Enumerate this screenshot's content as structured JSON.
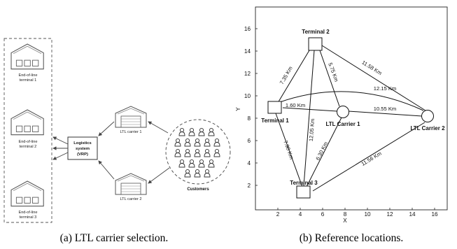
{
  "left_panel": {
    "caption": "(a) LTL carrier selection.",
    "terminals": [
      {
        "label1": "End-of-line",
        "label2": "terminal 1"
      },
      {
        "label1": "End-of-line",
        "label2": "terminal 2"
      },
      {
        "label1": "End-of-line",
        "label2": "terminal 3"
      }
    ],
    "logistics_box": {
      "line1": "Logistics",
      "line2": "system",
      "line3": "(VRP)"
    },
    "carriers": [
      {
        "label": "LTL carrier 1"
      },
      {
        "label": "LTL carrier 2"
      }
    ],
    "customers_label": "Customers"
  },
  "right_panel": {
    "caption": "(b) Reference locations.",
    "x_axis_label": "X",
    "y_axis_label": "Y",
    "x_ticks": [
      "2",
      "4",
      "6",
      "8",
      "10",
      "12",
      "14",
      "16"
    ],
    "y_ticks": [
      "2",
      "4",
      "6",
      "8",
      "10",
      "12",
      "14",
      "16"
    ],
    "nodes": [
      {
        "name": "Terminal 1",
        "shape": "square"
      },
      {
        "name": "Terminal 2",
        "shape": "square"
      },
      {
        "name": "Terminal 3",
        "shape": "square"
      },
      {
        "name": "LTL Carrier 1",
        "shape": "circle"
      },
      {
        "name": "LTL Carrier 2",
        "shape": "circle"
      }
    ],
    "edges": [
      {
        "label": "7.35 Km"
      },
      {
        "label": "5.75 Km"
      },
      {
        "label": "11.58 Km"
      },
      {
        "label": "12.15 Km"
      },
      {
        "label": "1.60 Km"
      },
      {
        "label": "10.55 Km"
      },
      {
        "label": "12.05 Km"
      },
      {
        "label": "7.90 Km"
      },
      {
        "label": "6.30 Km"
      },
      {
        "label": "11.56 Km"
      }
    ]
  }
}
